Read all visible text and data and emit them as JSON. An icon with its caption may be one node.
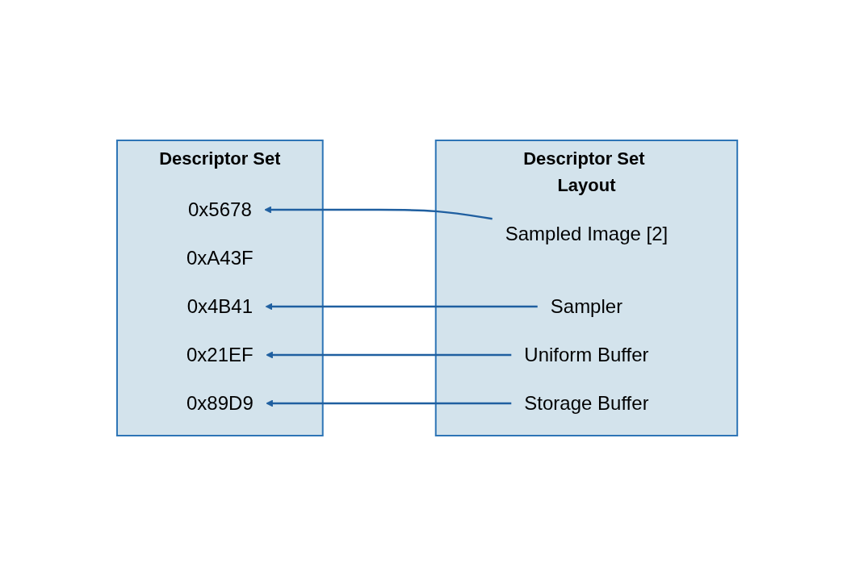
{
  "diagram": {
    "nodes": [
      {
        "text": [
          "Descriptor Set"
        ]
      },
      {
        "text": [
          "0x5678"
        ],
        "in": 0
      },
      {
        "text": [
          "0xA43F"
        ],
        "in": 0
      },
      {
        "text": [
          "0x4B41"
        ],
        "in": 0
      },
      {
        "text": [
          "0x21EF"
        ],
        "in": 0
      },
      {
        "text": [
          "0x89D9"
        ],
        "in": 0
      },
      {
        "text": [
          "Descriptor Set Layout"
        ]
      },
      {
        "text": [
          "Sampled Image [2]"
        ],
        "in": 6
      },
      {
        "text": [
          "Sampler"
        ],
        "in": 6
      },
      {
        "text": [
          "Uniform Buffer"
        ],
        "in": 6
      },
      {
        "text": [
          "Storage Buffer"
        ],
        "in": 6
      }
    ],
    "edges": [
      {
        "from": 7,
        "to": 1,
        "arrow": "to"
      },
      {
        "from": 8,
        "to": 3,
        "arrow": "to"
      },
      {
        "from": 9,
        "to": 4,
        "arrow": "to"
      },
      {
        "from": 10,
        "to": 5,
        "arrow": "to"
      }
    ]
  }
}
